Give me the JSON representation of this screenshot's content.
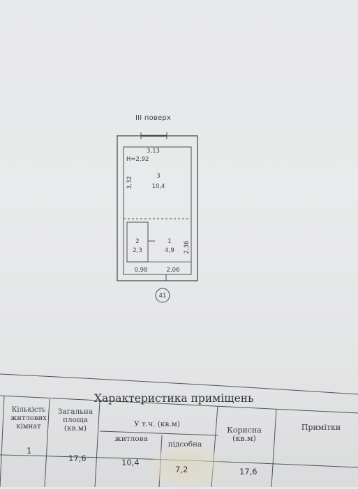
{
  "floor_plan": {
    "floor_label": "III поверх",
    "ceiling_height": "H=2,92",
    "dims": {
      "top_width": "3,13",
      "left_height": "3,32",
      "right_height": "2,36",
      "bottom_left": "0,98",
      "bottom_right": "2,06"
    },
    "rooms": [
      {
        "number": "3",
        "area": "10,4"
      },
      {
        "number": "2",
        "area": "2,3"
      },
      {
        "number": "1",
        "area": "4,9"
      }
    ],
    "apartment_number": "41"
  },
  "table": {
    "title": "Характеристика приміщень",
    "headers": {
      "rooms_count": "Кількість житлових кімнат",
      "total_area": "Загальна площа (кв.м)",
      "including": "У т.ч. (кв.м)",
      "living": "житлова",
      "auxiliary": "підсобна",
      "useful": "Корисна (кв.м)",
      "notes": "Примітки"
    },
    "row": {
      "rooms_count": "1",
      "total_area": "17,6",
      "living": "10,4",
      "auxiliary": "7,2",
      "useful": "17,6",
      "notes": ""
    }
  }
}
